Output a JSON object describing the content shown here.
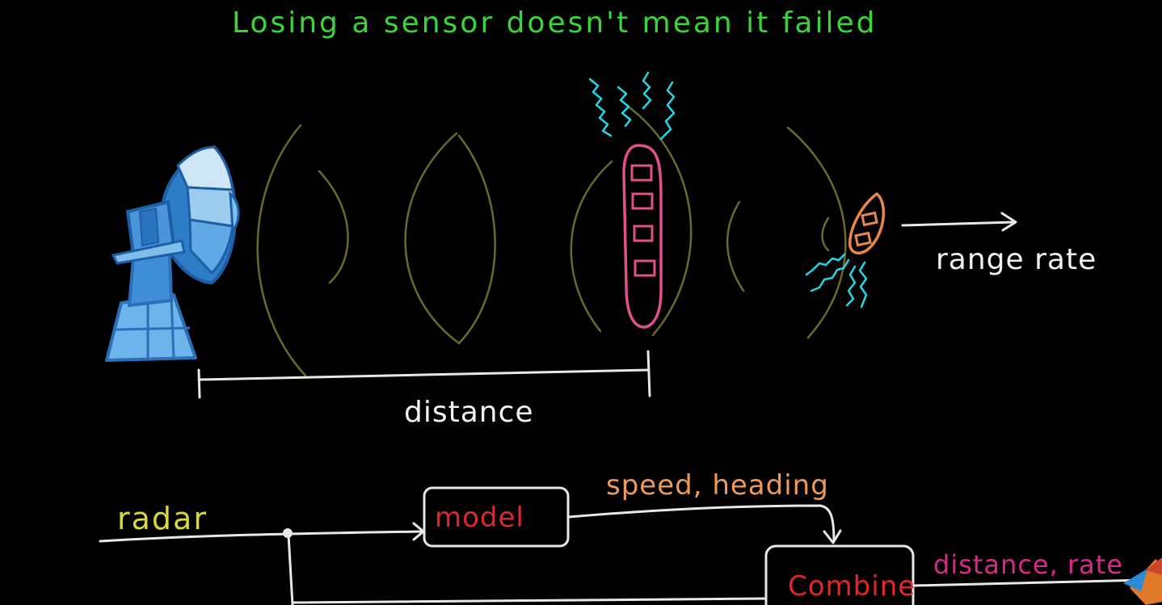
{
  "title": "Losing a sensor doesn't mean it failed",
  "labels": {
    "range_rate": "range rate",
    "distance": "distance",
    "radar": "radar",
    "speed_heading": "speed, heading",
    "distance_rate": "distance, rate"
  },
  "blocks": {
    "model": "model",
    "combine": "Combine"
  },
  "colors": {
    "title": "#39d639",
    "radar_label": "#d8d83a",
    "speed_heading": "#f09a58",
    "block_text": "#e12828",
    "output_label": "#d92a8a",
    "dish": "#3a8fd4",
    "ship": "#e0508a",
    "boat": "#e8884a",
    "wake": "#25d6e6",
    "waves": "#6b6a28"
  }
}
